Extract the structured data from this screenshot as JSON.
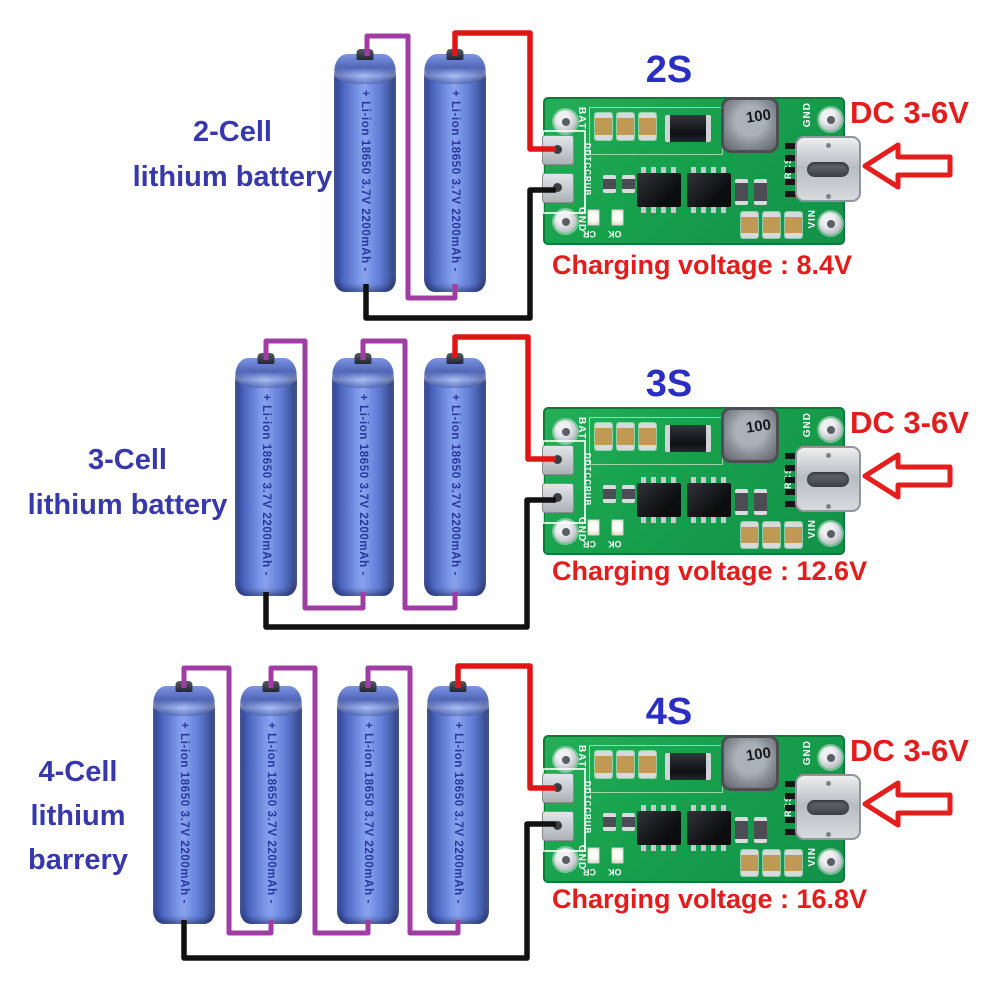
{
  "battery": {
    "label": "+ Li-ion 18650 3.7V 2200mAh -"
  },
  "rows": [
    {
      "board_label": "2S",
      "cell_label_lines": [
        "2-Cell",
        "lithium battery"
      ],
      "input_label": "DC 3-6V",
      "charging_label": "Charging voltage : 8.4V",
      "battery_count": 2
    },
    {
      "board_label": "3S",
      "cell_label_lines": [
        "3-Cell",
        "lithium battery"
      ],
      "input_label": "DC 3-6V",
      "charging_label": "Charging voltage : 12.6V",
      "battery_count": 3
    },
    {
      "board_label": "4S",
      "cell_label_lines": [
        "4-Cell",
        "lithium",
        "barrery"
      ],
      "input_label": "DC 3-6V",
      "charging_label": "Charging voltage : 16.8V",
      "battery_count": 4
    }
  ],
  "board_silkscreen": {
    "bat": "BAT",
    "left_code": "DDTCCRUB",
    "gnd_left": "GND",
    "gnd_right": "GND",
    "rcs": "RCS",
    "vin": "VIN",
    "cr": "CR",
    "ok": "OK",
    "inductor_value": "100"
  },
  "colors": {
    "pcb_green": "#17a04c",
    "battery_blue": "#5f7cd6",
    "wire_purple": "#a03da5",
    "wire_red": "#e01616",
    "wire_black": "#111111",
    "label_blue": "#3838ae",
    "board_title_blue": "#2a2ec2",
    "accent_red": "#e41c1c"
  }
}
